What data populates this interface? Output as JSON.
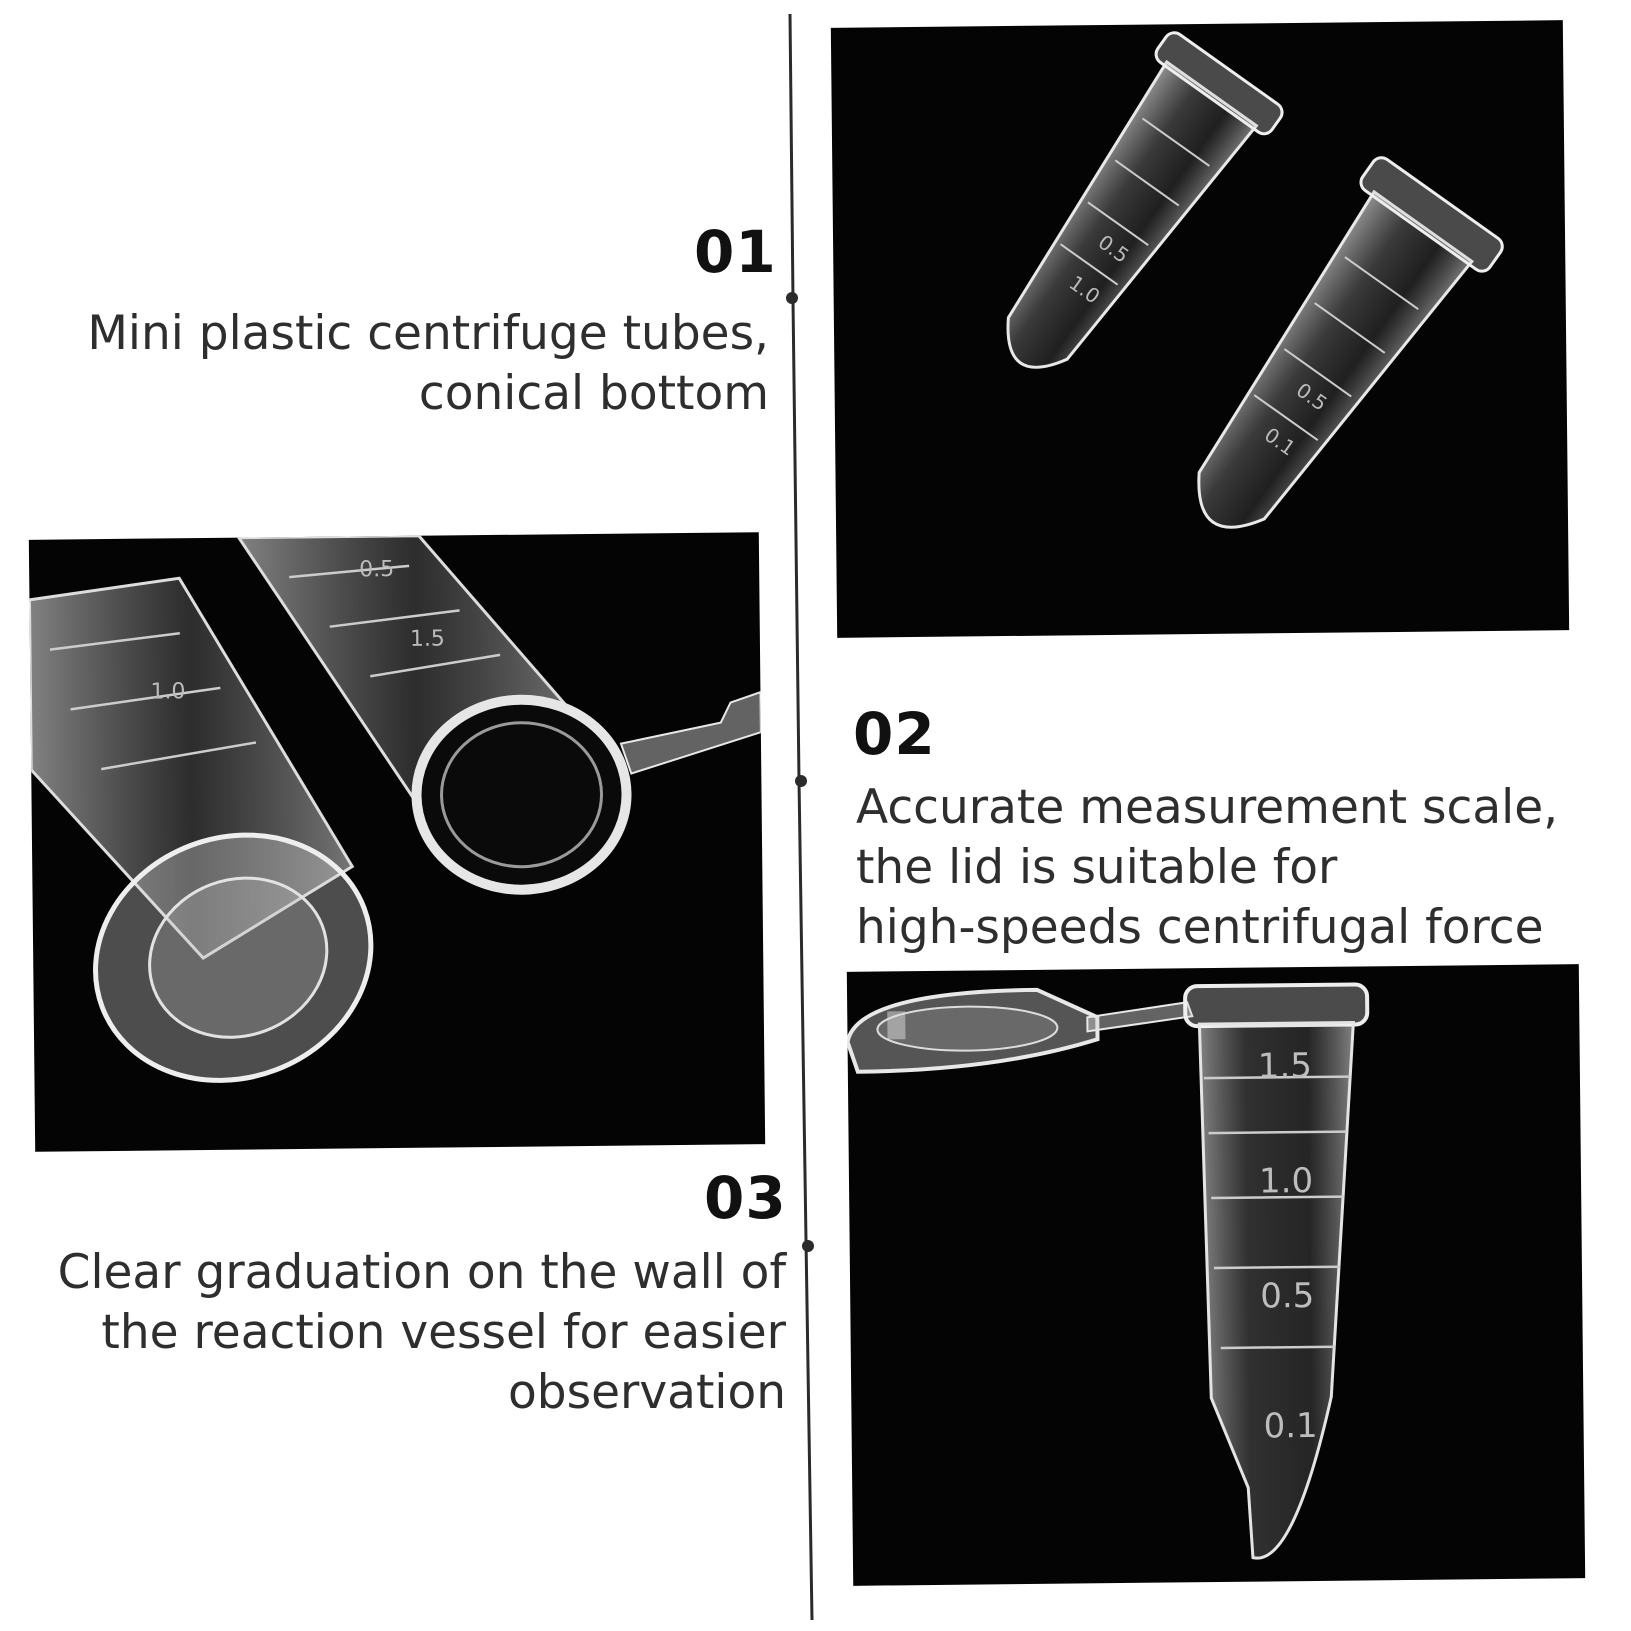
{
  "features": [
    {
      "number": "01",
      "lines": [
        "Mini plastic centrifuge tubes,",
        "conical bottom"
      ]
    },
    {
      "number": "02",
      "lines": [
        "Accurate measurement scale,",
        "the lid is suitable for",
        "high-speeds centrifugal force"
      ]
    },
    {
      "number": "03",
      "lines": [
        "Clear graduation on the wall of",
        "the reaction vessel for easier",
        "observation"
      ]
    }
  ],
  "photos": [
    {
      "name": "two-tubes-diagonal-photo",
      "scale_marks": [
        "0.5",
        "1.0",
        "0.5",
        "0.1"
      ]
    },
    {
      "name": "tube-openings-closeup-photo",
      "scale_marks": [
        "0.5",
        "1.0",
        "1.5"
      ]
    },
    {
      "name": "open-lid-tube-photo",
      "scale_marks": [
        "1.5",
        "1.0",
        "0.5",
        "0.1"
      ]
    }
  ],
  "colors": {
    "background": "#ffffff",
    "photo_background": "#040404",
    "tube": "#d9d9d9",
    "text": "#2e2e2e"
  }
}
